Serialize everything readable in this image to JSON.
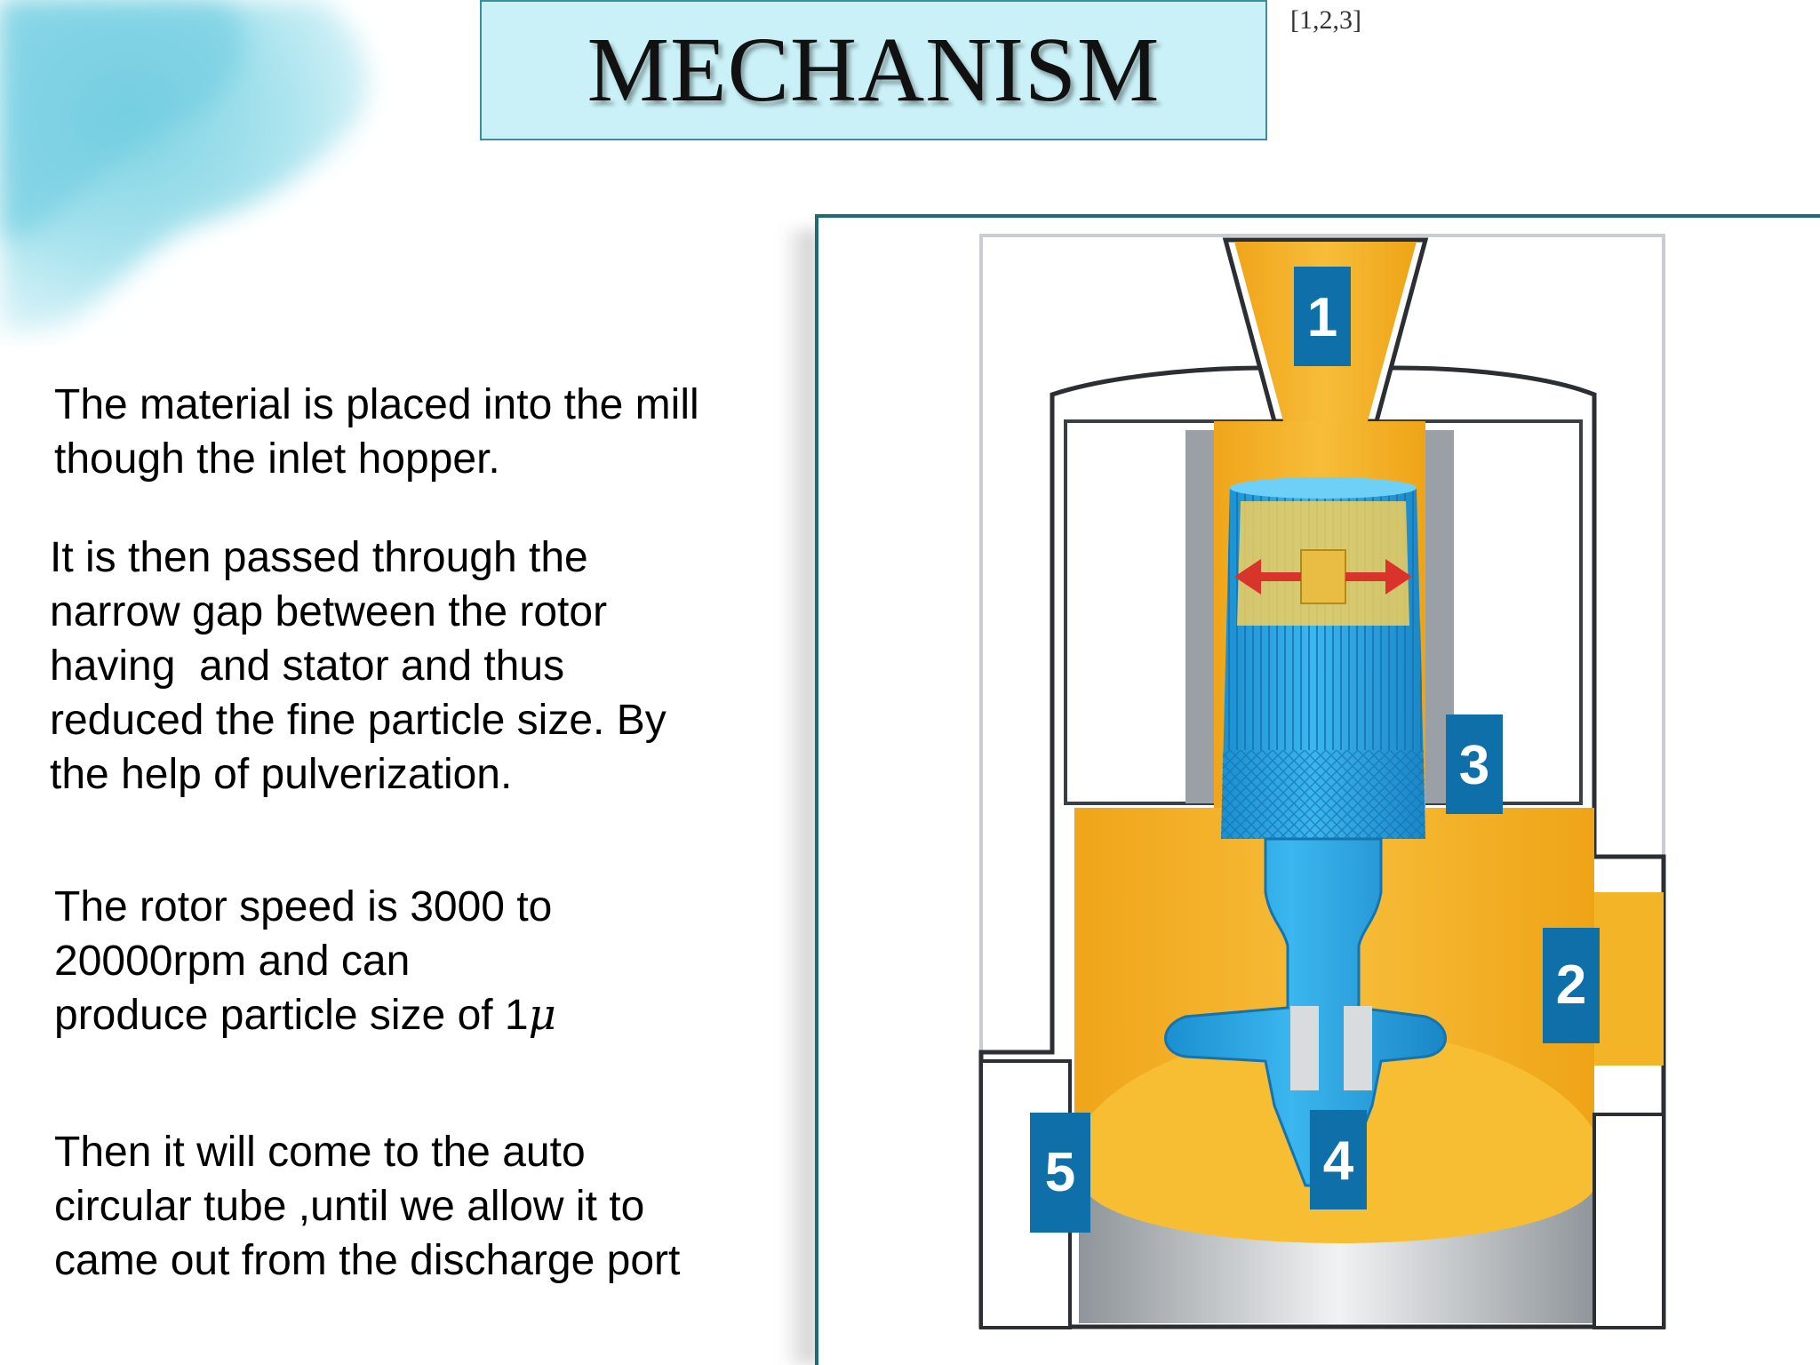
{
  "slide": {
    "title": "MECHANISM",
    "references": "[1,2,3]",
    "paragraphs": [
      {
        "lines": [
          "The material is placed into the mill",
          "though the inlet hopper."
        ]
      },
      {
        "lines": [
          "It is then passed through the",
          "narrow gap between the rotor",
          "having  and stator and thus",
          "reduced the fine particle size. By",
          "the help of pulverization."
        ]
      },
      {
        "lines": [
          "The rotor speed is 3000 to",
          "20000rpm and can",
          "produce particle size of 1"
        ],
        "unit_symbol": "μ"
      },
      {
        "lines": [
          "Then it will come to the auto",
          "circular tube ,until we allow it to",
          "came out from the discharge port"
        ]
      }
    ]
  },
  "diagram": {
    "labels": [
      "1",
      "2",
      "3",
      "4",
      "5"
    ],
    "colors": {
      "material": "#f5b01e",
      "rotor": "#2aa7e4",
      "badge": "#0f6fa9",
      "frame": "#1f6b74",
      "arrow": "#d9342b"
    }
  }
}
